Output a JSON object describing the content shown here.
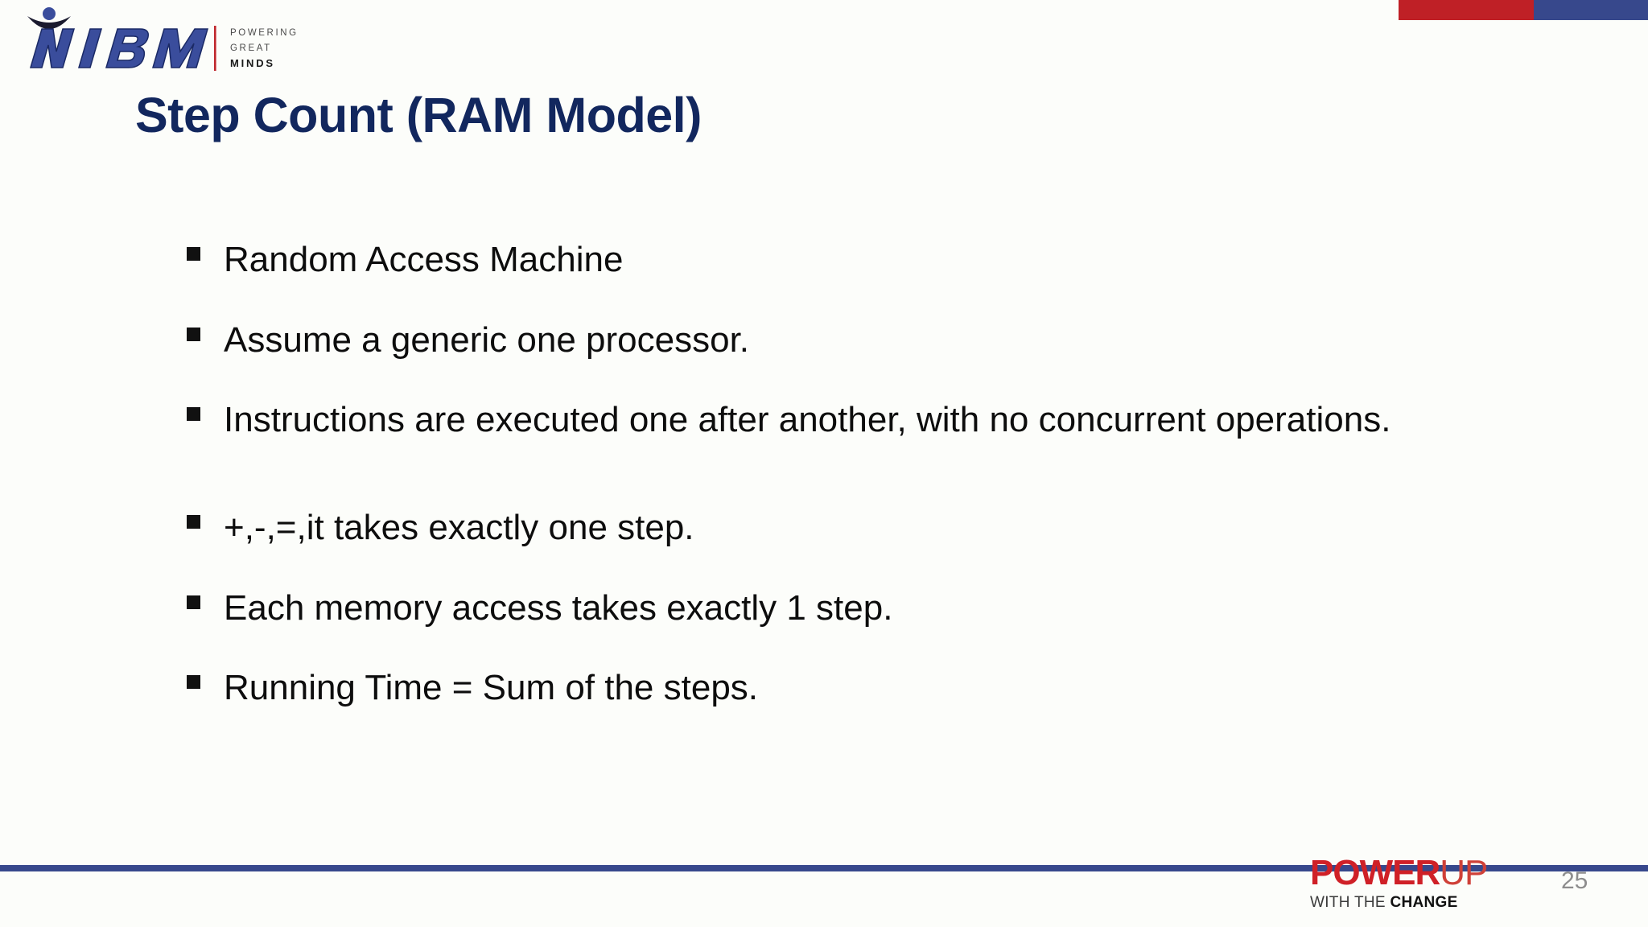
{
  "slide": {
    "title": "Step Count (RAM Model)",
    "number": "25",
    "background_color": "#fcfdfa",
    "title_color": "#12275e"
  },
  "brand": {
    "logo_name": "NIBM",
    "tagline_line1": "POWERING",
    "tagline_line2": "GREAT",
    "tagline_line3": "MINDS",
    "logo_blue": "#3a4d9c",
    "divider_red": "#c0282d"
  },
  "decor": {
    "topbar_red": "#bf2026",
    "topbar_blue": "#37488c",
    "bottom_rule_color": "#37488c"
  },
  "body": {
    "bullets": [
      {
        "text": "Random Access Machine",
        "spaced_before": false
      },
      {
        "text": "Assume a generic one processor.",
        "spaced_before": false
      },
      {
        "text": "Instructions are executed one after another, with no concurrent operations.",
        "spaced_before": false
      },
      {
        "text": "+,-,=,it takes exactly one step.",
        "spaced_before": true
      },
      {
        "text": "Each memory access takes exactly 1 step.",
        "spaced_before": false
      },
      {
        "text": "Running Time = Sum of the steps.",
        "spaced_before": false
      }
    ]
  },
  "footer": {
    "powerup_bold": "POWER",
    "powerup_light": "UP",
    "sub_light": "WITH THE ",
    "sub_bold": "CHANGE",
    "red": "#cf2027",
    "gray": "#8d8d8d"
  }
}
